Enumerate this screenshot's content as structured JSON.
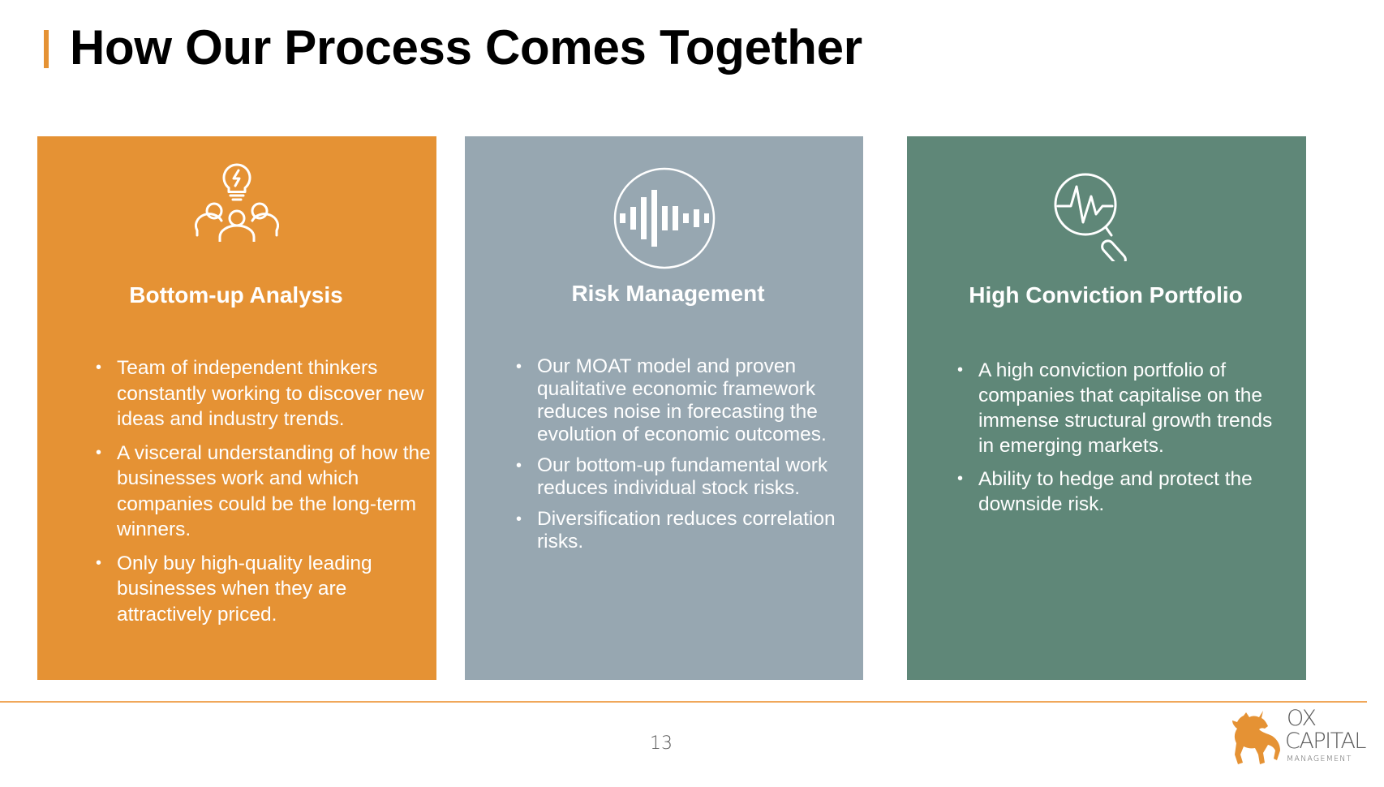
{
  "slide": {
    "title": "How Our Process Comes Together",
    "page_number": "13",
    "accent_color": "#e59234"
  },
  "cards": [
    {
      "heading": "Bottom-up Analysis",
      "icon": "team-lightbulb-icon",
      "color": "#e59234",
      "bullets": [
        "Team of independent thinkers constantly working to discover new ideas and industry trends.",
        "A visceral understanding of how the businesses work and which companies could be the long-term winners.",
        "Only buy high-quality leading businesses when they are attractively priced."
      ]
    },
    {
      "heading": "Risk Management",
      "icon": "sound-wave-icon",
      "color": "#97a7b1",
      "bullets": [
        "Our MOAT model and proven qualitative economic framework reduces noise in forecasting the evolution of economic outcomes.",
        "Our bottom-up fundamental work reduces individual stock risks.",
        "Diversification reduces correlation risks."
      ]
    },
    {
      "heading": "High Conviction Portfolio",
      "icon": "magnifier-pulse-icon",
      "color": "#5f8778",
      "bullets": [
        "A high conviction portfolio of companies that capitalise on the immense structural growth trends in emerging markets.",
        "Ability to hedge and protect the downside risk."
      ]
    }
  ],
  "logo": {
    "line1": "OX",
    "line2": "CAPITAL",
    "line3": "MANAGEMENT",
    "icon": "ox-bull-icon",
    "color": "#e59234"
  }
}
